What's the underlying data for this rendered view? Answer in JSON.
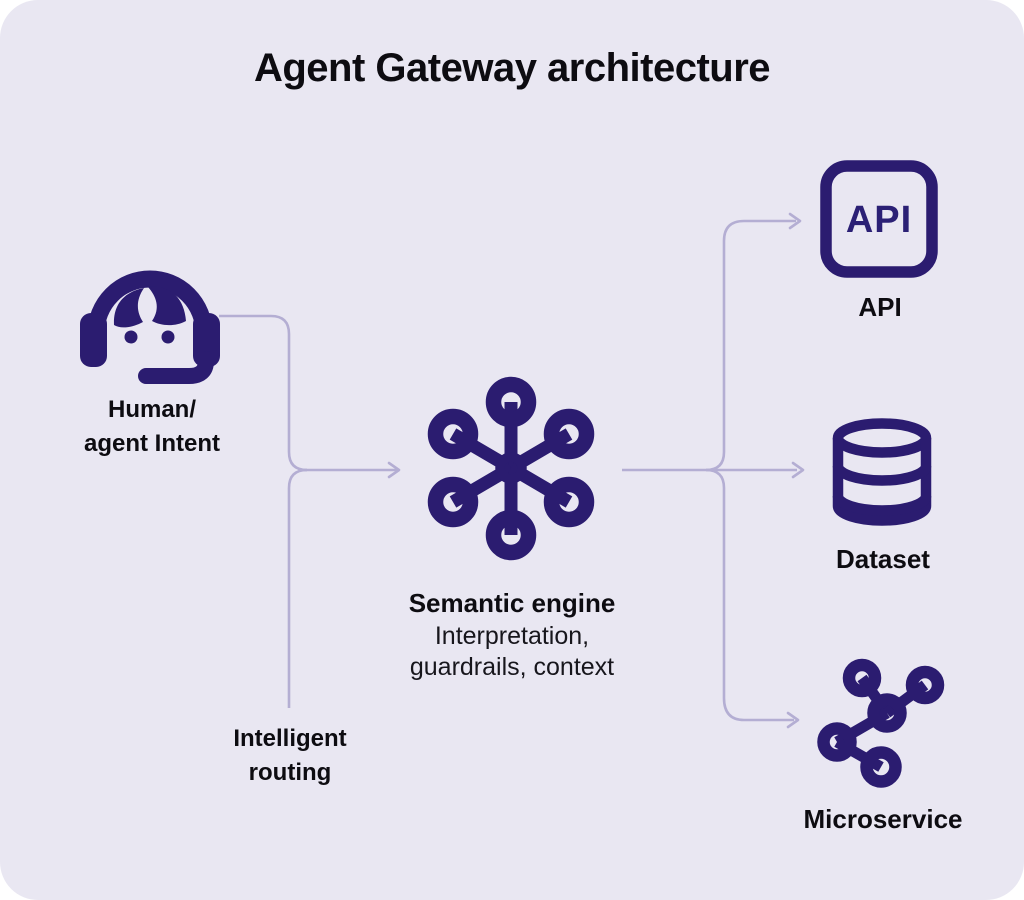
{
  "title": "Agent Gateway architecture",
  "colors": {
    "page_background": "#ffffff",
    "card_background": "#e9e7f2",
    "icon_indigo": "#2b1c70",
    "connector_purple": "#b4aed3",
    "text_black": "#0d0c11"
  },
  "nodes": {
    "human": {
      "icon": "headset-person-icon",
      "label_line1": "Human/",
      "label_line2": "agent Intent"
    },
    "routing": {
      "label_line1": "Intelligent",
      "label_line2": "routing"
    },
    "engine": {
      "icon": "hub-network-icon",
      "label": "Semantic engine",
      "sublabel_line1": "Interpretation,",
      "sublabel_line2": "guardrails, context"
    },
    "api": {
      "icon": "api-badge-icon",
      "icon_text": "API",
      "label": "API"
    },
    "dataset": {
      "icon": "database-icon",
      "label": "Dataset"
    },
    "microservice": {
      "icon": "network-graph-icon",
      "label": "Microservice"
    }
  },
  "connections": [
    {
      "from": "human-agent-intent",
      "to": "semantic-engine",
      "via": "intelligent-routing",
      "arrow": true
    },
    {
      "from": "semantic-engine",
      "to": "api",
      "arrow": true
    },
    {
      "from": "semantic-engine",
      "to": "dataset",
      "arrow": true
    },
    {
      "from": "semantic-engine",
      "to": "microservice",
      "arrow": true
    }
  ]
}
